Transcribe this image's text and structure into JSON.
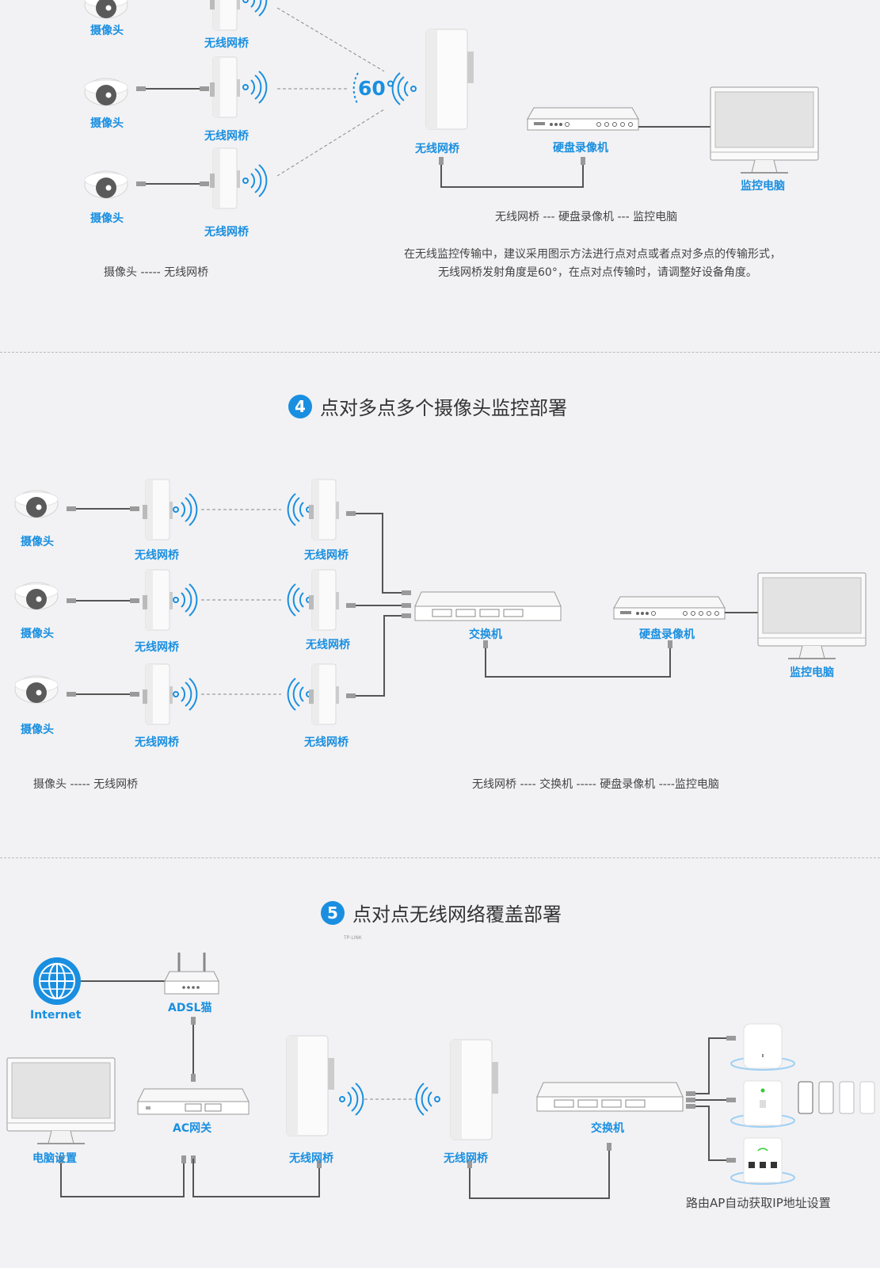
{
  "section3": {
    "labels": {
      "camera": "摄像头",
      "bridge": "无线网桥",
      "nvr": "硬盘录像机",
      "pc": "监控电脑",
      "angle": "60°"
    },
    "caption_left": "摄像头 ----- 无线网桥",
    "caption_right": "无线网桥 --- 硬盘录像机 --- 监控电脑",
    "note_line1": "在无线监控传输中，建议采用图示方法进行点对点或者点对多点的传输形式，",
    "note_line2": "无线网桥发射角度是60°，在点对点传输时，请调整好设备角度。"
  },
  "section4": {
    "number": "4",
    "title": "点对多点多个摄像头监控部署",
    "labels": {
      "camera": "摄像头",
      "bridge": "无线网桥",
      "switch": "交换机",
      "nvr": "硬盘录像机",
      "pc": "监控电脑"
    },
    "caption_left": "摄像头 ----- 无线网桥",
    "caption_right": "无线网桥 ---- 交换机 ----- 硬盘录像机 ----监控电脑"
  },
  "section5": {
    "number": "5",
    "title": "点对点无线网络覆盖部署",
    "labels": {
      "internet": "Internet",
      "adsl": "ADSL猫",
      "ac": "AC网关",
      "pc": "电脑设置",
      "bridge": "无线网桥",
      "switch": "交换机"
    },
    "caption_ap": "路由AP自动获取IP地址设置"
  },
  "brand_mark": "TP-LINK",
  "colors": {
    "accent": "#1a8fe0",
    "line": "#555555",
    "dash": "#888888"
  }
}
